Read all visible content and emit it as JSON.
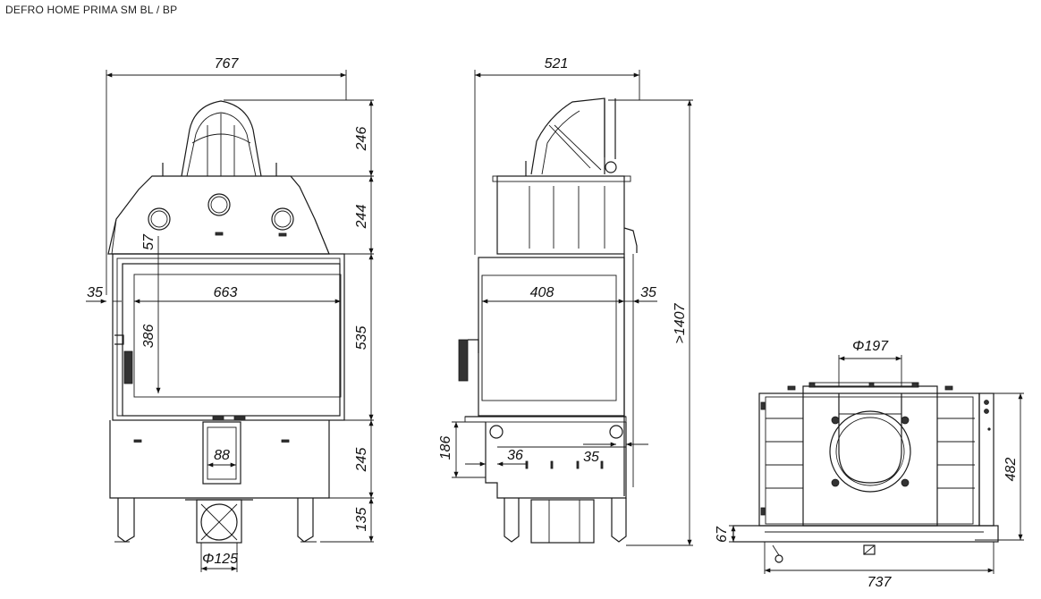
{
  "title": "DEFRO HOME PRIMA SM BL / BP",
  "front_view": {
    "width": "767",
    "h_top": "246",
    "h_mid": "244",
    "h_glass": "535",
    "h_bottom": "245",
    "h_legs": "135",
    "offset_left": "35",
    "frame_top": "57",
    "glass_width": "663",
    "glass_height": "386",
    "flue_width": "88",
    "outlet_dia": "Φ125"
  },
  "side_view": {
    "depth": "521",
    "total_height": ">1407",
    "glass_width": "408",
    "offset_right": "35",
    "h_lower": "186",
    "offset_a": "36",
    "offset_b": "35"
  },
  "top_view": {
    "flue_dia": "Φ197",
    "depth": "482",
    "width": "737",
    "offset_front": "67"
  }
}
